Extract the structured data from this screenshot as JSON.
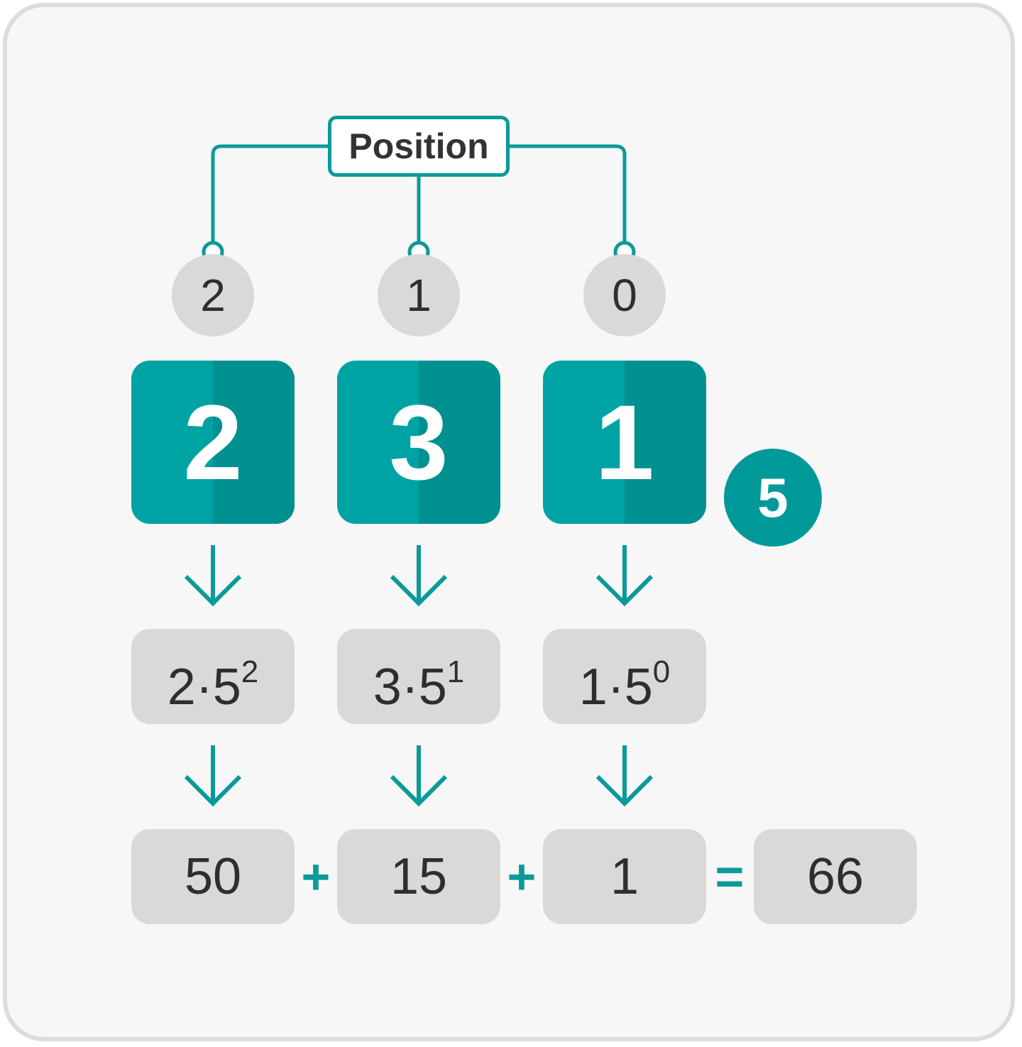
{
  "position_label": "Position",
  "base": "5",
  "columns": [
    {
      "position": "2",
      "digit": "2",
      "factor": "2·5",
      "exponent": "2",
      "value": "50"
    },
    {
      "position": "1",
      "digit": "3",
      "factor": "3·5",
      "exponent": "1",
      "value": "15"
    },
    {
      "position": "0",
      "digit": "1",
      "factor": "1·5",
      "exponent": "0",
      "value": "1"
    }
  ],
  "operators": {
    "plus1": "+",
    "plus2": "+",
    "equals": "="
  },
  "total": "66",
  "colors": {
    "teal": "#00a3a3",
    "teal_dark": "#009090",
    "gray": "#d9d9d9",
    "text": "#2e2e2e"
  }
}
